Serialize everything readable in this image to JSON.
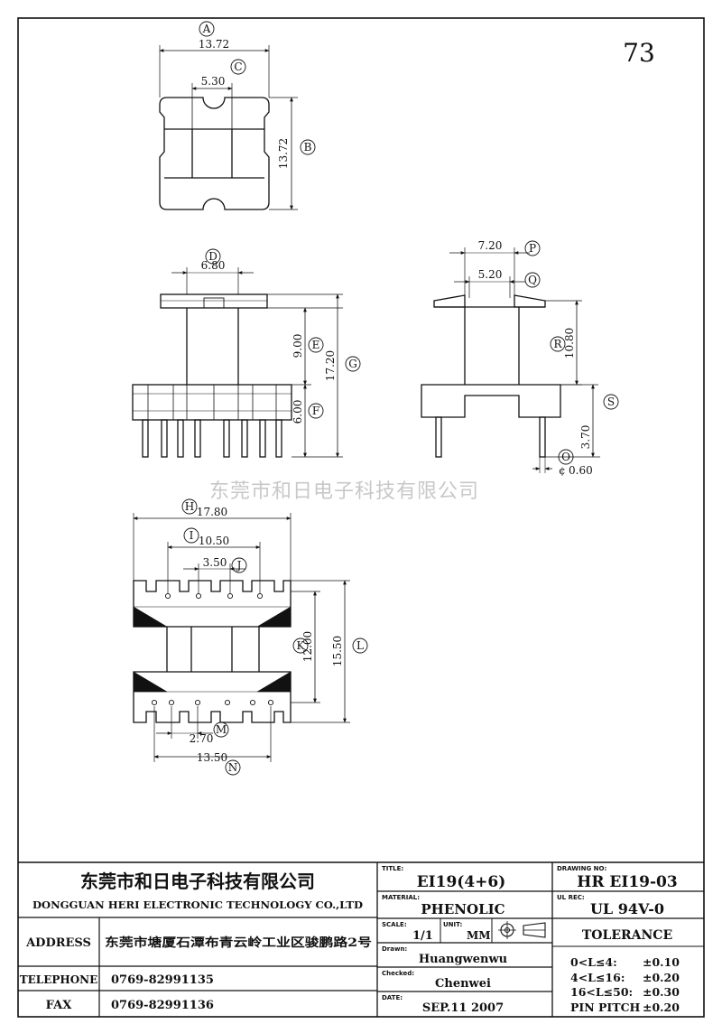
{
  "sheet_number": "73",
  "watermark": "东莞市和日电子科技有限公司",
  "views": {
    "top": {
      "dims": {
        "A": "13.72",
        "C": "5.30",
        "B": "13.72"
      }
    },
    "front": {
      "dims": {
        "D": "6.80",
        "E": "9.00",
        "F": "6.00",
        "G": "17.20"
      }
    },
    "side": {
      "dims": {
        "P": "7.20",
        "Q": "5.20",
        "R": "10.80",
        "S": "3.70",
        "O": "0.60"
      },
      "dia_symbol": "¢"
    },
    "bottom": {
      "dims": {
        "H": "17.80",
        "I": "10.50",
        "J": "3.50",
        "K": "12.00",
        "L": "15.50",
        "M": "2.70",
        "N": "13.50"
      }
    }
  },
  "title_block": {
    "company_cn": "东莞市和日电子科技有限公司",
    "company_en": "DONGGUAN HERI ELECTRONIC TECHNOLOGY CO.,LTD",
    "address_label": "ADDRESS",
    "address_value": "东莞市塘厦石潭布青云岭工业区骏鹏路2号",
    "telephone_label": "TELEPHONE",
    "telephone_value": "0769-82991135",
    "fax_label": "FAX",
    "fax_value": "0769-82991136",
    "title_label": "TITLE:",
    "title_value": "EI19(4+6)",
    "material_label": "MATERIAL:",
    "material_value": "PHENOLIC",
    "scale_label": "SCALE:",
    "scale_value": "1/1",
    "unit_label": "UNIT:",
    "unit_value": "MM",
    "drawn_label": "Drawn:",
    "drawn_value": "Huangwenwu",
    "checked_label": "Checked:",
    "checked_value": "Chenwei",
    "date_label": "DATE:",
    "date_value": "SEP.11 2007",
    "drawing_no_label": "DRAWING NO:",
    "drawing_no_value": "HR EI19-03",
    "ul_rec_label": "UL REC:",
    "ul_rec_value": "UL  94V-0",
    "tolerance_title": "TOLERANCE",
    "tolerances": [
      {
        "range": "0<L≤4:",
        "value": "±0.10"
      },
      {
        "range": "4<L≤16:",
        "value": "±0.20"
      },
      {
        "range": "16<L≤50:",
        "value": "±0.30"
      },
      {
        "range": "PIN PITCH",
        "value": "±0.20"
      }
    ]
  }
}
